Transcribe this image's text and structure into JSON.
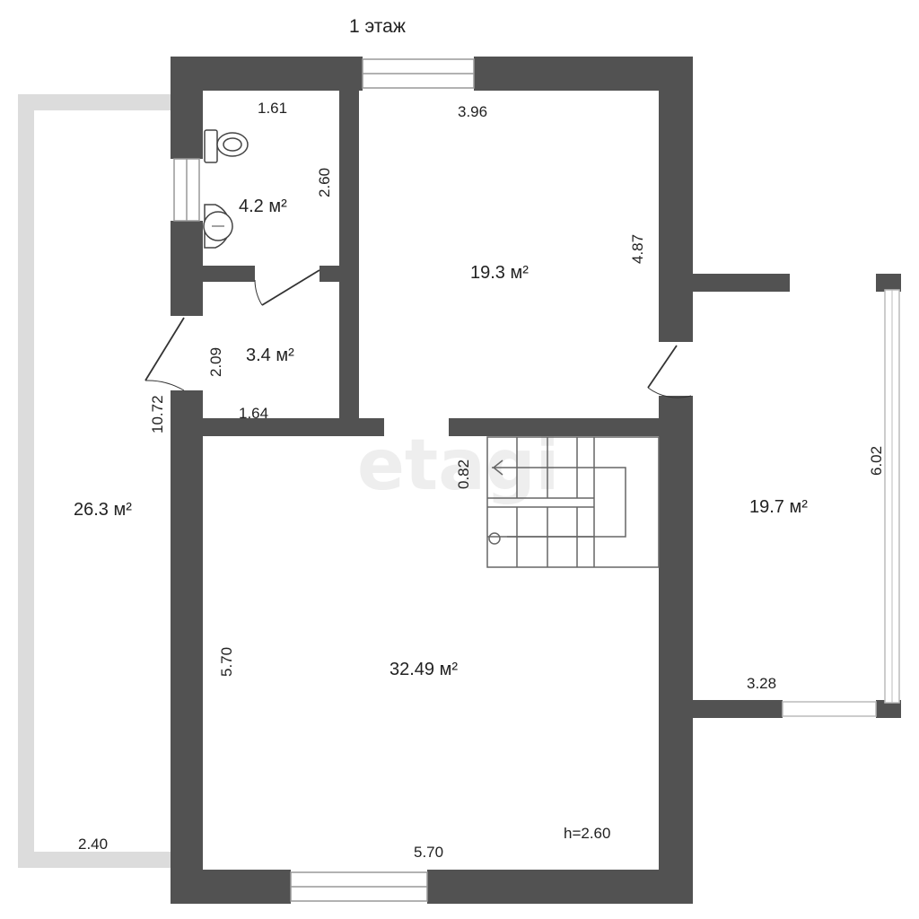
{
  "title": "1 этаж",
  "watermark": "etagi",
  "colors": {
    "wall": "#525252",
    "balcony": "#dcdcdc",
    "stair": "#666666"
  },
  "rooms": {
    "bathroom": {
      "area": "4.2 м²",
      "dim_width": "1.61",
      "dim_height": "2.60"
    },
    "hall_small": {
      "area": "3.4 м²",
      "dim_width": "1.64",
      "dim_height": "2.09"
    },
    "room_top": {
      "area": "19.3 м²",
      "dim_width": "3.96",
      "dim_height": "4.87"
    },
    "main_room": {
      "area": "32.49 м²",
      "dim_width": "5.70",
      "dim_height": "5.70",
      "ceiling": "h=2.60"
    },
    "left_terrace": {
      "area": "26.3 м²",
      "dim_width": "2.40",
      "dim_height": "10.72"
    },
    "right_terrace": {
      "area": "19.7 м²",
      "dim_width": "3.28",
      "dim_height": "6.02"
    },
    "stairs": {
      "dim_width": "0.82"
    }
  },
  "icons": [
    "toilet-icon",
    "sink-icon",
    "stairs-icon"
  ]
}
